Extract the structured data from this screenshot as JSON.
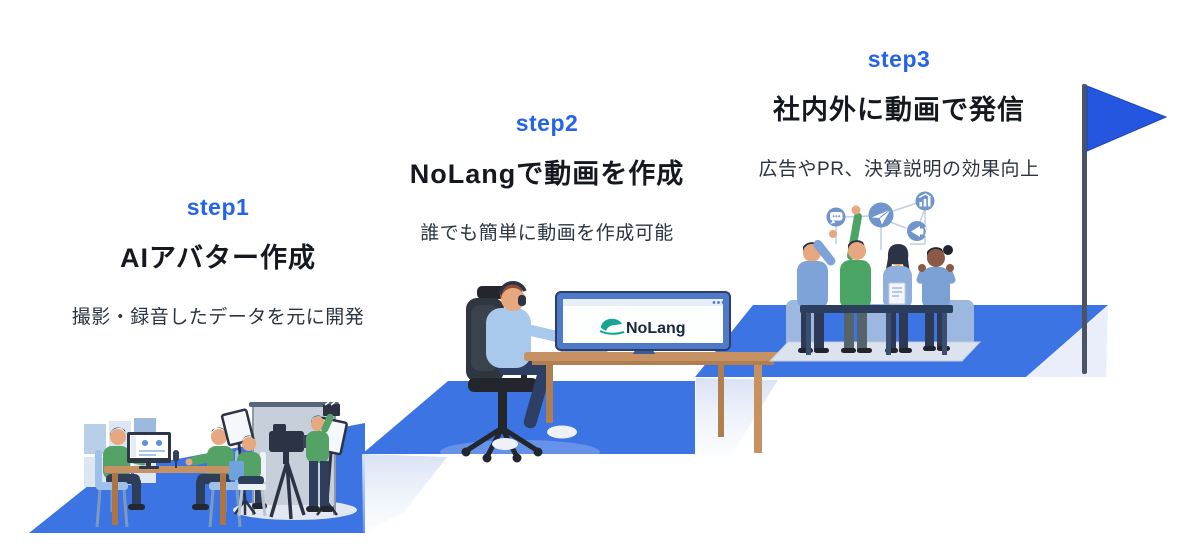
{
  "diagram_title": "NoLang 3-step process",
  "steps": [
    {
      "label": "step1",
      "title": "AIアバター作成",
      "description": "撮影・録音したデータを元に開発",
      "illustration": "two-people-recording-at-desk-and-film-crew"
    },
    {
      "label": "step2",
      "title": "NoLangで動画を作成",
      "description": "誰でも簡単に動画を作成可能",
      "illustration": "person-at-desk-using-nolang-on-monitor"
    },
    {
      "label": "step3",
      "title": "社内外に動画で発信",
      "description": "広告やPR、決算説明の効果向上",
      "illustration": "team-celebrating-around-table-with-goal-flag"
    }
  ],
  "step2_monitor": {
    "logo_text": "NoLang"
  },
  "step3_icons": [
    {
      "name": "chat-icon"
    },
    {
      "name": "share-plane-icon"
    },
    {
      "name": "growth-chart-icon"
    },
    {
      "name": "megaphone-icon"
    }
  ],
  "flag": {
    "name": "goal-flag"
  },
  "colors": {
    "platform_blue": "#3d74e3",
    "platform_shadow": "#d9e2f4",
    "flag_blue": "#2456e0",
    "flag_pole": "#4a5466",
    "step_label_blue": "#2563eb",
    "title_text": "#15191f",
    "description_text": "#2b3440",
    "icon_bubble_blue": "#6f95cc",
    "nolang_teal": "#18a392",
    "nolang_text": "#17293e",
    "sweater_green": "#55a266",
    "desk_wood": "#c79263"
  }
}
